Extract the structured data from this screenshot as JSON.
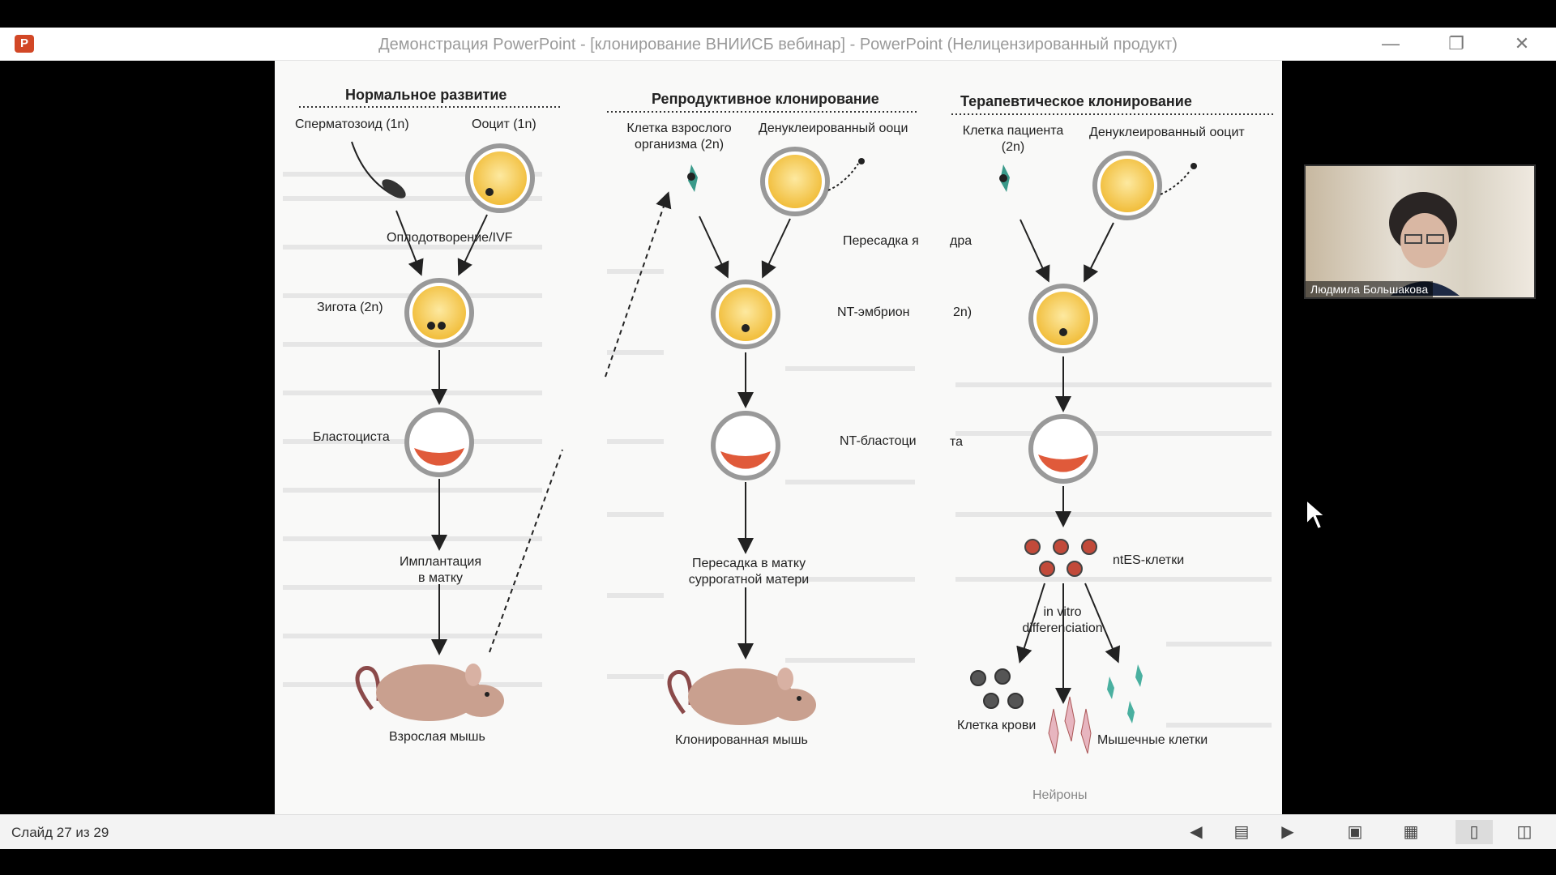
{
  "window": {
    "title": "Демонстрация PowerPoint - [клонирование ВНИИСБ вебинар] - PowerPoint (Нелицензированный продукт)",
    "app_icon": "powerpoint-icon",
    "app_letter": "P",
    "controls": [
      "minimize-icon",
      "restore-icon",
      "close-icon"
    ]
  },
  "slide": {
    "col1": {
      "header": "Нормальное развитие",
      "sperm": "Сперматозоид (1n)",
      "oocyte": "Ооцит (1n)",
      "fertilization": "Оплодотворение/IVF",
      "zygote": "Зигота (2n)",
      "blastocyst": "Бластоциста",
      "implant1": "Имплантация",
      "implant2": "в матку",
      "adult": "Взрослая мышь"
    },
    "col2": {
      "header": "Репродуктивное клонирование",
      "adult_cell1": "Клетка взрослого",
      "adult_cell2": "организма (2n)",
      "enucleated": "Денуклеированный ооци",
      "transfer": "Пересадка я",
      "nt_embryo": "NT-эмбрион",
      "nt_blast": "NT-бластоци",
      "surrogate1": "Пересадка в матку",
      "surrogate2": "суррогатной матери",
      "cloned": "Клонированная мышь"
    },
    "col3": {
      "header": "Терапевтическое клонирование",
      "patient1": "Клетка пациента",
      "patient2": "(2n)",
      "enucleated": "Денуклеированный ооцит",
      "frag_dra": "дра",
      "frag_2n": "2n)",
      "frag_ta": "та",
      "ntes": "ntES-клетки",
      "invitro1": "in vitro",
      "invitro2": "differenciation",
      "blood": "Клетка крови",
      "muscle": "Мышечные клетки",
      "neurons": "Нейроны"
    }
  },
  "video_overlay": {
    "name": "Людмила Большакова"
  },
  "status": {
    "slide_counter": "Слайд 27 из 29",
    "buttons": [
      "previous-slide-icon",
      "slide-menu-icon",
      "next-slide-icon",
      "normal-view-icon",
      "slide-sorter-icon",
      "reading-view-icon",
      "slideshow-icon"
    ]
  },
  "colors": {
    "yolk": "#f4c64a",
    "blastocyst_fill": "#e05a3a",
    "cell_teal": "#3a9a8a",
    "blood": "#444444"
  }
}
